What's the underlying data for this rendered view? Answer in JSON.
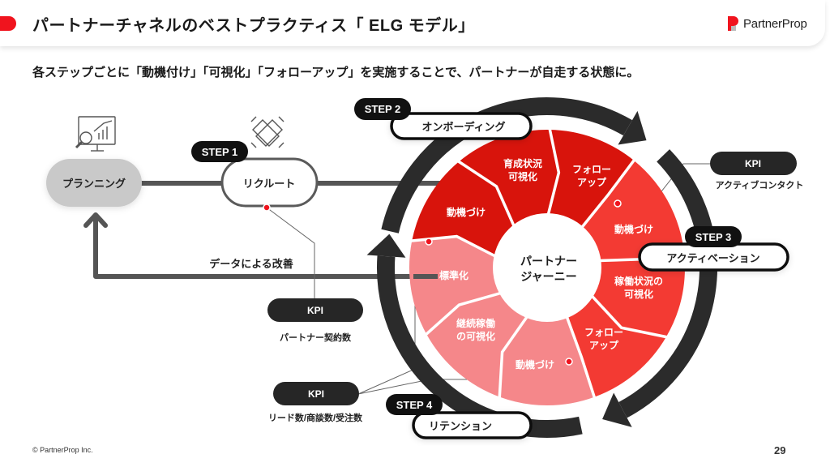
{
  "header": {
    "title": "パートナーチャネルのベストプラクティス「 ELG モデル」",
    "logo_text": "PartnerProp"
  },
  "subtitle": "各ステップごとに「動機付け」「可視化」「フォローアップ」を実施することで、パートナーが自走する状態に。",
  "flow": {
    "planning": "プランニング",
    "recruit": "リクルート",
    "feedback": "データによる改善"
  },
  "steps": [
    {
      "badge": "STEP 1",
      "name": "リクルート"
    },
    {
      "badge": "STEP 2",
      "name": "オンボーディング"
    },
    {
      "badge": "STEP 3",
      "name": "アクティベーション"
    },
    {
      "badge": "STEP 4",
      "name": "リテンション"
    }
  ],
  "kpis": [
    {
      "label": "KPI",
      "metric": "パートナー契約数"
    },
    {
      "label": "KPI",
      "metric": "リード数/商談数/受注数"
    },
    {
      "label": "KPI",
      "metric": "アクティブコンタクト"
    }
  ],
  "wheel": {
    "center": [
      "パートナー",
      "ジャーニー"
    ],
    "segments": [
      {
        "lines": [
          "動機づけ"
        ],
        "phase": "onboarding"
      },
      {
        "lines": [
          "育成状況",
          "可視化"
        ],
        "phase": "onboarding"
      },
      {
        "lines": [
          "フォロー",
          "アップ"
        ],
        "phase": "onboarding"
      },
      {
        "lines": [
          "動機づけ"
        ],
        "phase": "activation"
      },
      {
        "lines": [
          "稼働状況の",
          "可視化"
        ],
        "phase": "activation"
      },
      {
        "lines": [
          "フォロー",
          "アップ"
        ],
        "phase": "activation"
      },
      {
        "lines": [
          "動機づけ"
        ],
        "phase": "retention"
      },
      {
        "lines": [
          "継続稼働",
          "の可視化"
        ],
        "phase": "retention"
      },
      {
        "lines": [
          "標準化"
        ],
        "phase": "retention"
      }
    ]
  },
  "colors": {
    "onboarding": "#d8140c",
    "activation": "#f33a33",
    "retention": "#f5878a",
    "ring": "#2b2b2b",
    "accent": "#f0141e"
  },
  "footer": {
    "copyright": "© PartnerProp Inc.",
    "page": "29"
  }
}
